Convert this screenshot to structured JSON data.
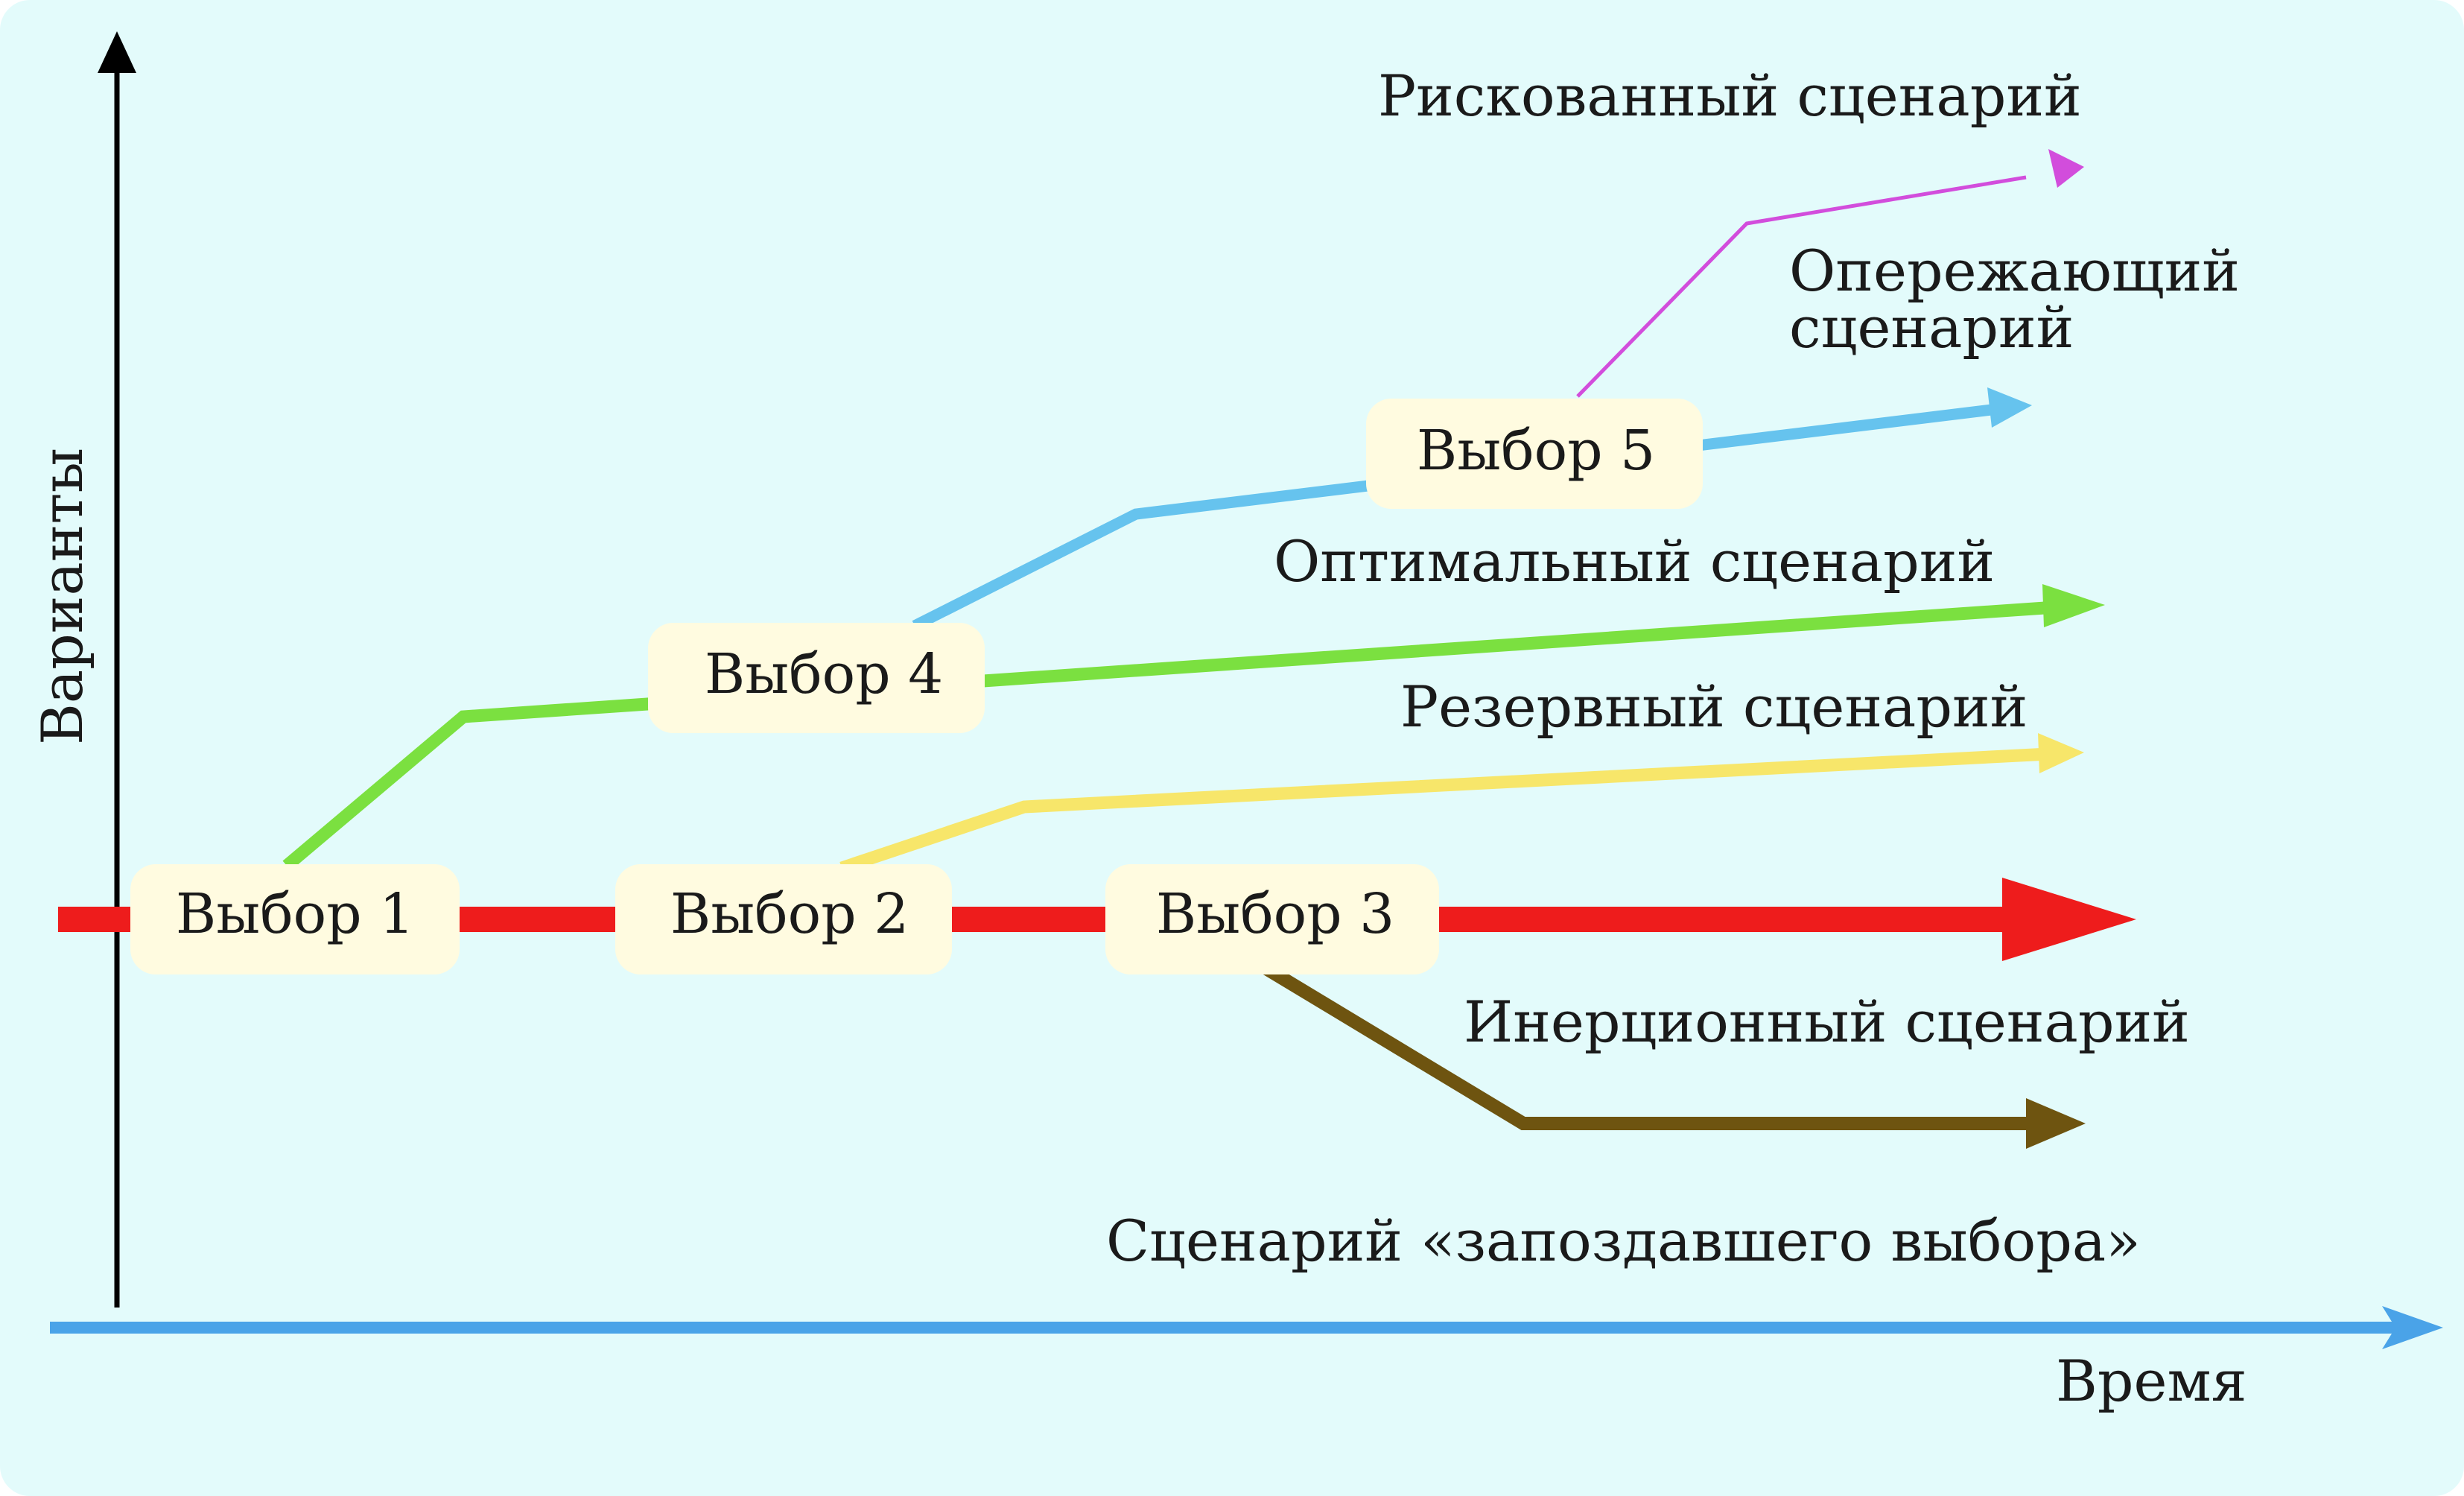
{
  "colors": {
    "background": "#e3fbfb",
    "node_fill": "#fffbe0",
    "axis_y": "#000000",
    "axis_x": "#4aa3e8",
    "red": "#ee1c1c",
    "green": "#7be040",
    "blue": "#66c3ee",
    "magenta": "#d24ddc",
    "yellow": "#f7e66a",
    "brown": "#6e5410"
  },
  "axes": {
    "y_label": "Варианты",
    "x_label": "Время"
  },
  "nodes": {
    "choice1": "Выбор 1",
    "choice2": "Выбор 2",
    "choice3": "Выбор 3",
    "choice4": "Выбор 4",
    "choice5": "Выбор 5"
  },
  "scenarios": {
    "risky": "Рискованный сценарий",
    "advanced_line1": "Опережающий",
    "advanced_line2": "сценарий",
    "optimal": "Оптимальный сценарий",
    "reserve": "Резервный сценарий",
    "inertial": "Инерционный сценарий",
    "late_choice": "Сценарий «запоздавшего выбора»"
  }
}
